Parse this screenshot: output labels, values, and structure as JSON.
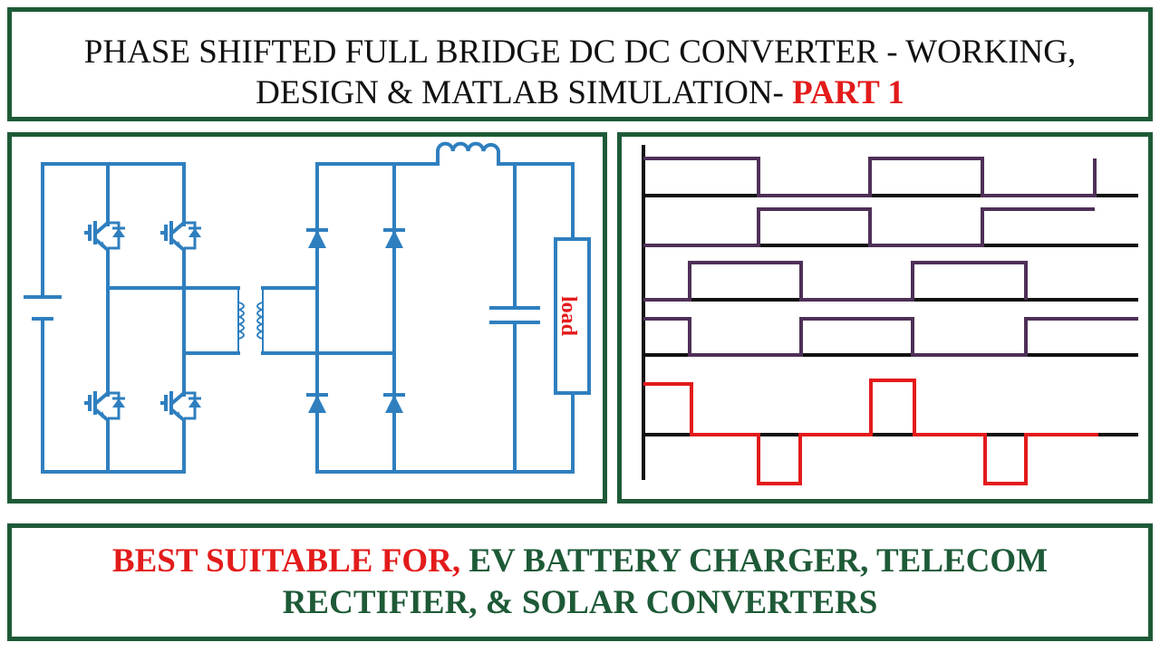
{
  "title": {
    "line1": "PHASE SHIFTED FULL BRIDGE DC DC CONVERTER - WORKING,",
    "line2_main": "DESIGN & MATLAB SIMULATION- ",
    "line2_accent": "PART 1"
  },
  "circuit": {
    "load_label": "load"
  },
  "footer": {
    "line1_accent": "BEST SUITABLE FOR,",
    "line1_main": " EV BATTERY CHARGER, TELECOM",
    "line2": "RECTIFIER, & SOLAR CONVERTERS"
  },
  "colors": {
    "border": "#1e5a37",
    "circuit": "#2f7fbf",
    "gate_signal": "#4e3057",
    "output_voltage": "#e31b1b",
    "axis": "#111111"
  }
}
